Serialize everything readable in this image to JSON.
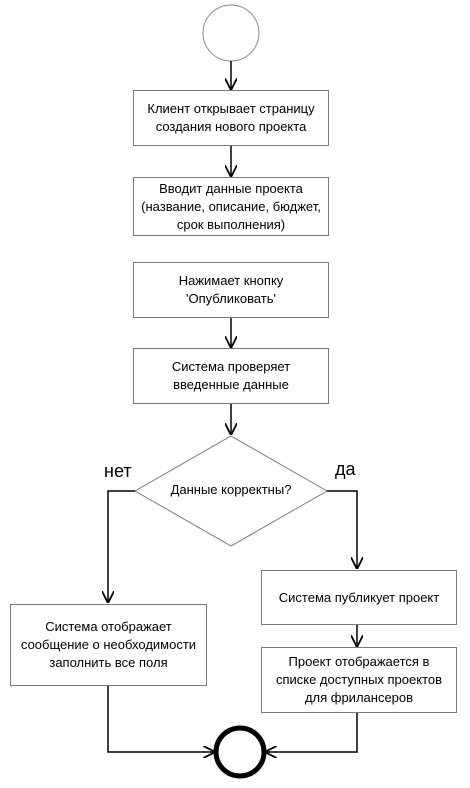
{
  "nodes": {
    "step1": "Клиент открывает страницу создания нового проекта",
    "step2": "Вводит данные проекта (название, описание, бюджет, срок выполнения)",
    "step3": "Нажимает кнопку 'Опубликовать'",
    "step4": "Система проверяет введенные данные",
    "decision": "Данные корректны?",
    "error": "Система отображает сообщение о необходимости заполнить все поля",
    "publish": "Система публикует проект",
    "shown": "Проект отображается в списке доступных проектов для фрилансеров"
  },
  "branches": {
    "no": "нет",
    "yes": "да"
  }
}
